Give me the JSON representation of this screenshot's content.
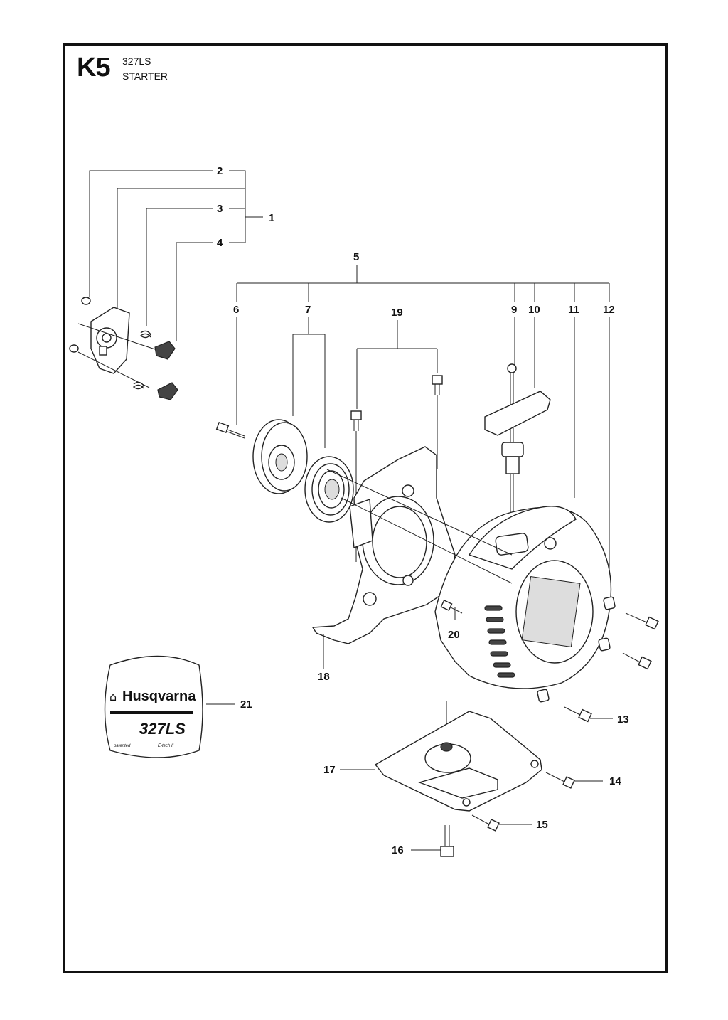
{
  "header": {
    "code": "K5",
    "model": "327LS",
    "section": "STARTER"
  },
  "callouts": {
    "c1": "1",
    "c2": "2",
    "c3": "3",
    "c4": "4",
    "c5": "5",
    "c6": "6",
    "c7": "7",
    "c9": "9",
    "c10": "10",
    "c11": "11",
    "c12": "12",
    "c13": "13",
    "c14": "14",
    "c15": "15",
    "c16": "16",
    "c17": "17",
    "c18": "18",
    "c19": "19",
    "c20": "20",
    "c21": "21"
  },
  "decal": {
    "brand": "Husqvarna",
    "model": "327LS",
    "patent": "patented",
    "tech": "E-tech II"
  }
}
